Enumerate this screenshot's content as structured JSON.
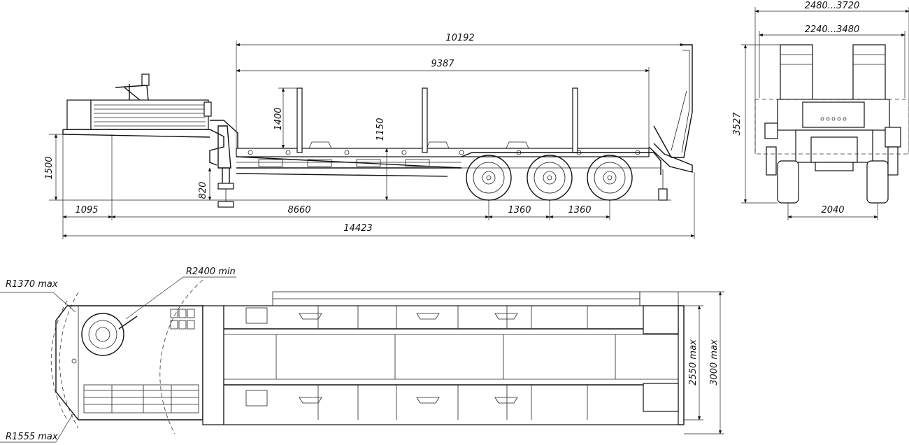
{
  "side_view": {
    "dims": {
      "overall_deck": "10192",
      "main_deck": "9387",
      "stake_height": "1400",
      "platform_height": "1150",
      "gooseneck_height": "1500",
      "leg_height": "820",
      "front_overhang": "1095",
      "wheelbase": "8660",
      "axle_spacing_1": "1360",
      "axle_spacing_2": "1360",
      "overall_length": "14423"
    }
  },
  "rear_view": {
    "dims": {
      "max_width": "2480...3720",
      "ramp_width": "2240...3480",
      "overall_height": "3527",
      "track": "2040"
    }
  },
  "top_view": {
    "dims": {
      "radius_1": "R1370 max",
      "radius_2": "R2400 min",
      "radius_3": "R1555 max",
      "width_1": "2550 max",
      "width_2": "3000 max"
    }
  }
}
